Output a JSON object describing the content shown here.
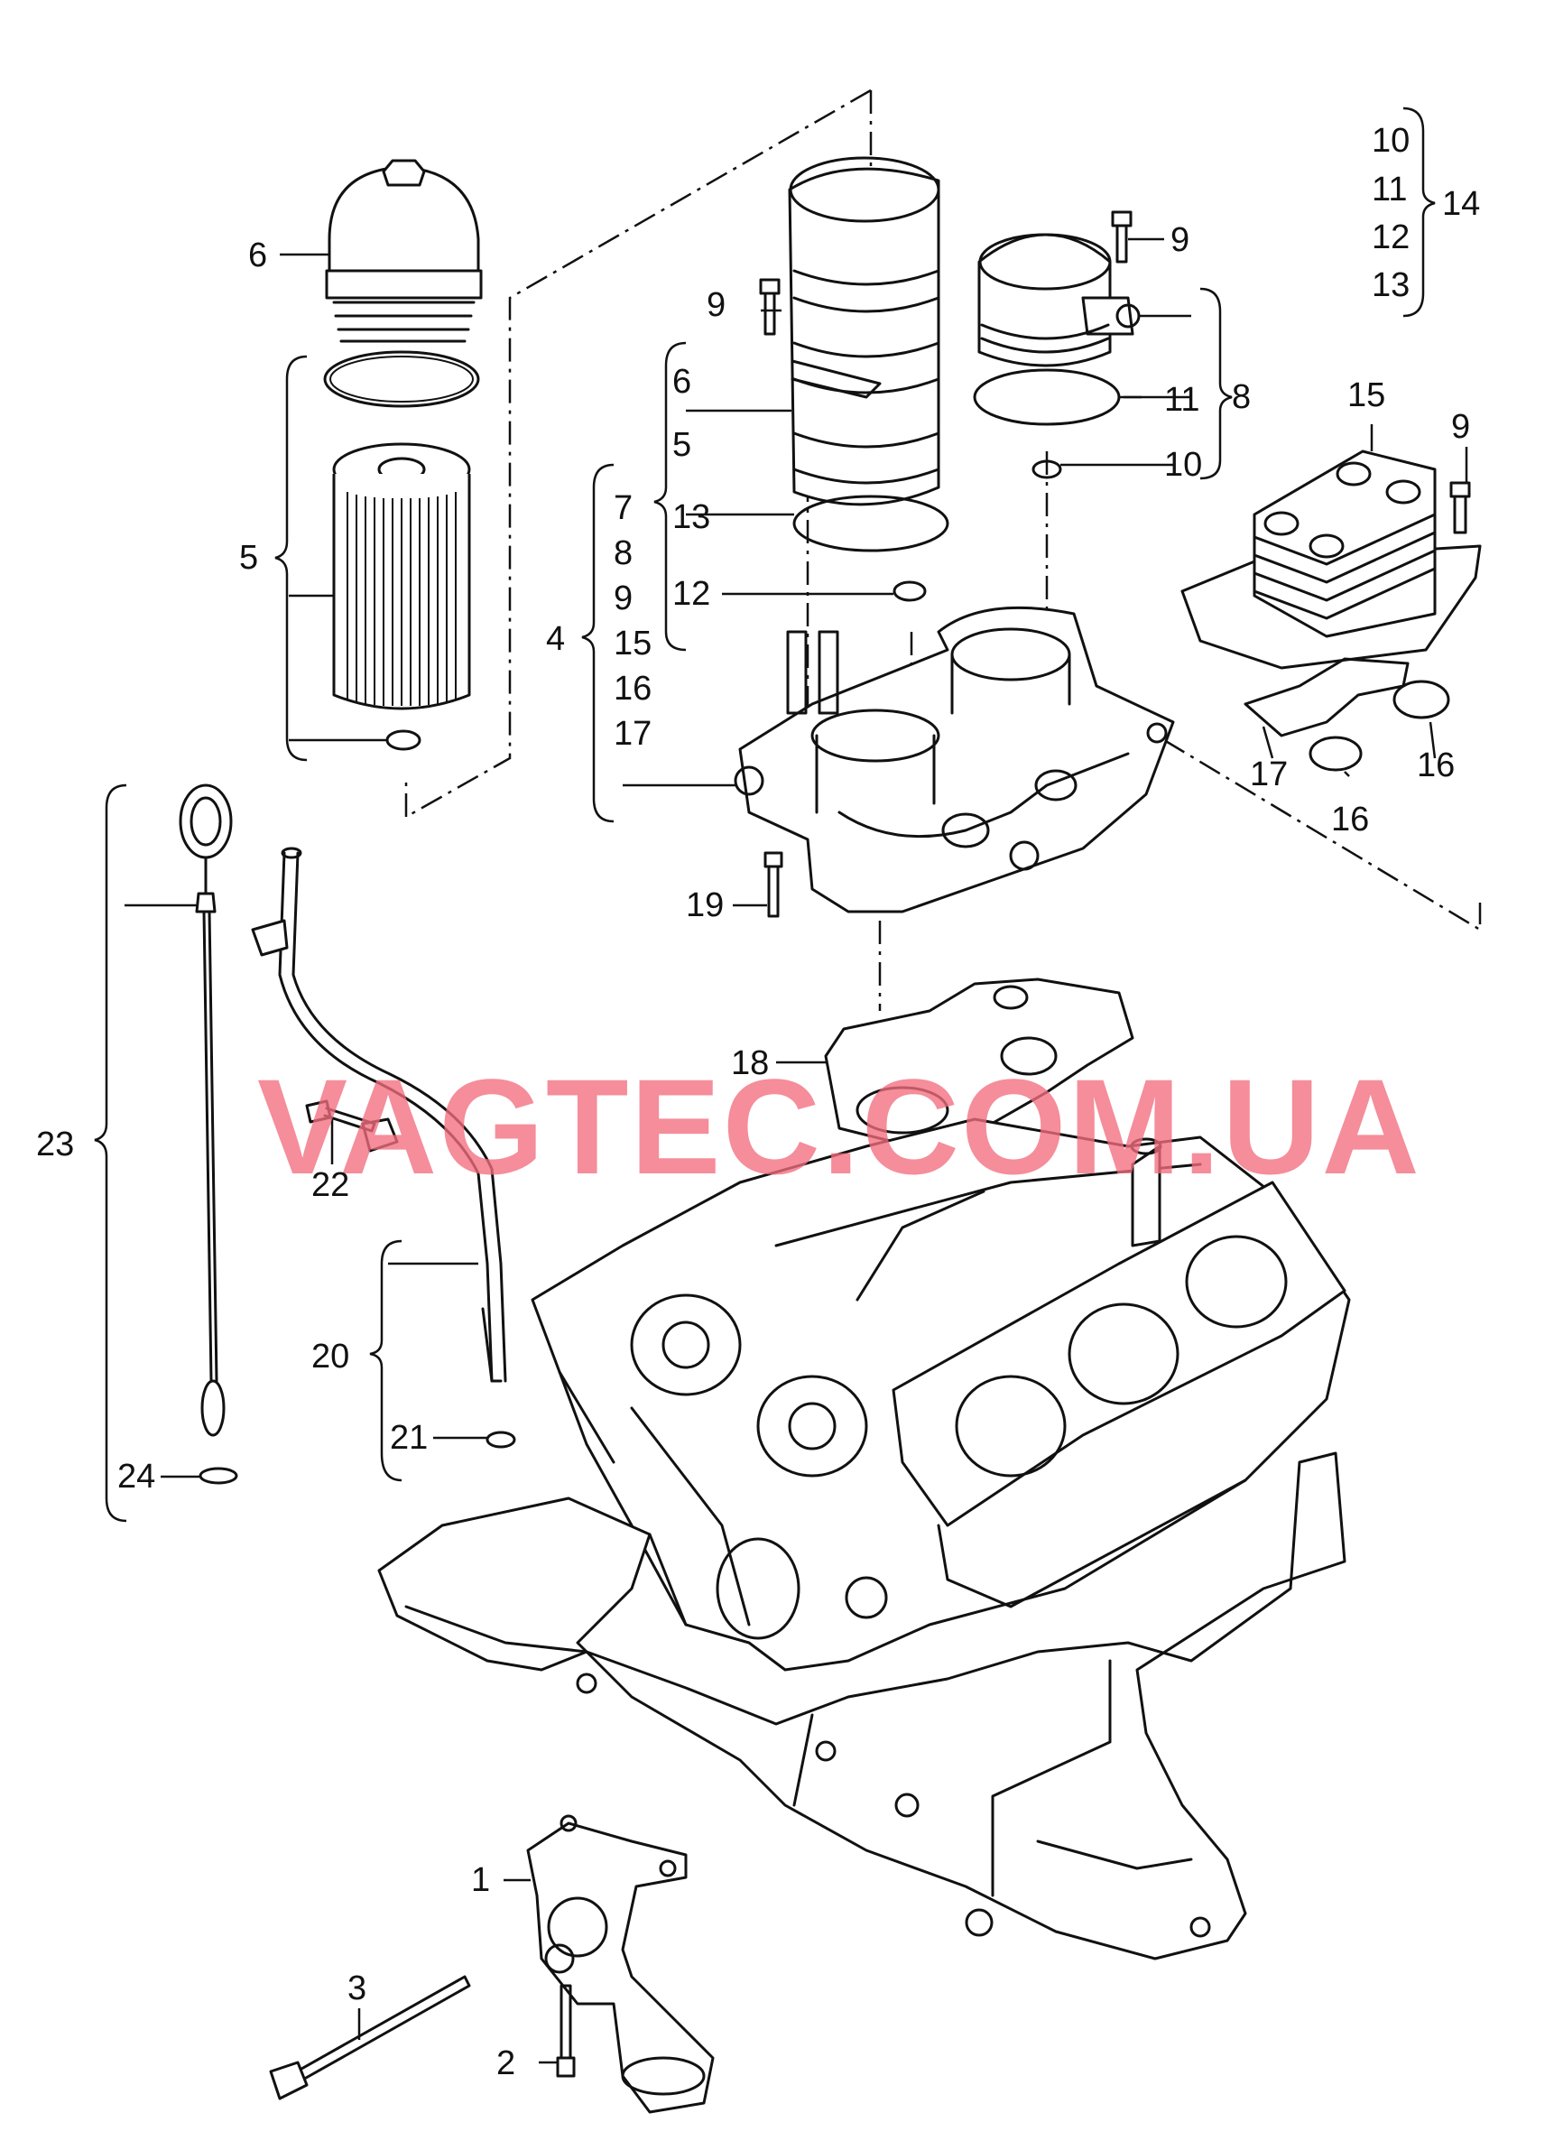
{
  "watermark": "VAGTEC.COM.UA",
  "callouts": {
    "c1": "1",
    "c2": "2",
    "c3": "3",
    "c4": "4",
    "c5": "5",
    "c6": "6",
    "c8": "8",
    "c9": "9",
    "c10": "10",
    "c11": "11",
    "c12": "12",
    "c13": "13",
    "c14": "14",
    "c15": "15",
    "c16": "16",
    "c17": "17",
    "c18": "18",
    "c19": "19",
    "c20": "20",
    "c21": "21",
    "c22": "22",
    "c23": "23",
    "c24": "24"
  },
  "groups": {
    "group4": [
      "7",
      "8",
      "9",
      "15",
      "16",
      "17"
    ],
    "group6": [
      "6",
      "5",
      "13",
      "12"
    ],
    "group14": [
      "10",
      "11",
      "12",
      "13"
    ]
  },
  "extra_labels": {
    "l9a": "9",
    "l9b": "9",
    "l9c": "9",
    "l11": "11",
    "l10": "10",
    "l16a": "16",
    "l16b": "16",
    "l17": "17"
  }
}
